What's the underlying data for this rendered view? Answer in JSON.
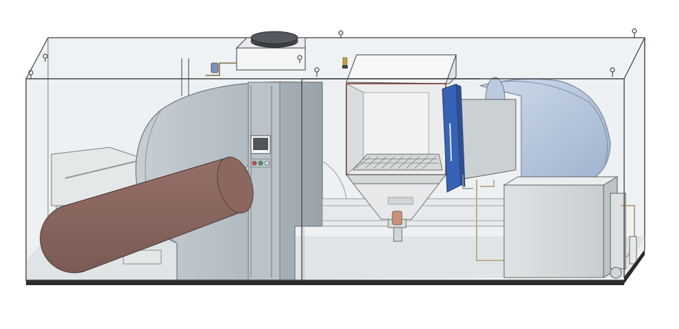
{
  "diagram": {
    "kind": "3d-cutaway-equipment-render",
    "components": [
      {
        "id": "enclosure",
        "icon": "transparent-enclosure"
      },
      {
        "id": "fan-housing",
        "icon": "centrifugal-blower"
      },
      {
        "id": "ventilation-duct",
        "icon": "duct-tube"
      },
      {
        "id": "control-panel",
        "icon": "hmi-screen"
      },
      {
        "id": "roof-chiller",
        "icon": "roof-unit"
      },
      {
        "id": "test-chamber",
        "icon": "open-chamber"
      },
      {
        "id": "chamber-door",
        "icon": "hinged-door"
      },
      {
        "id": "hopper",
        "icon": "collection-funnel"
      },
      {
        "id": "return-duct",
        "icon": "curved-duct"
      },
      {
        "id": "reservoir-tank",
        "icon": "water-tank"
      },
      {
        "id": "side-tank",
        "icon": "small-tank"
      }
    ],
    "colors": {
      "duct": "#7a514a",
      "door": "#1f4fae",
      "fan": "#aab4bc",
      "glass": "#eef2f4",
      "blue_duct": "#9fb3cf",
      "base": "#2b2b2b"
    }
  }
}
